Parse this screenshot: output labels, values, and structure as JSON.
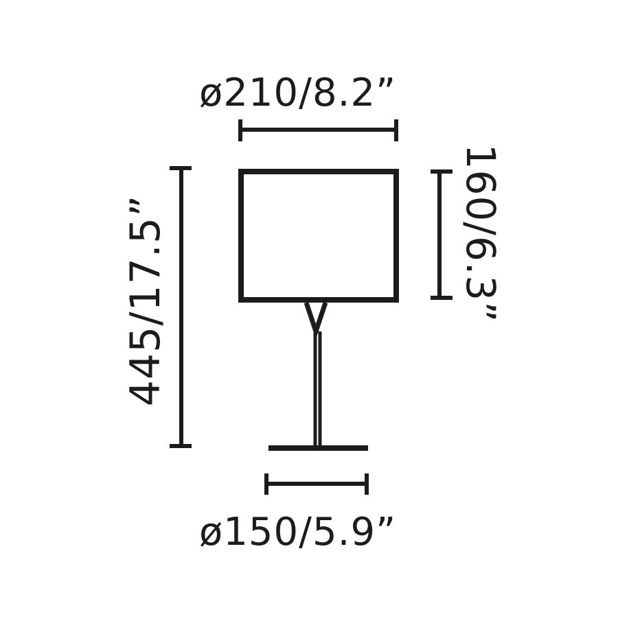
{
  "diagram": {
    "type": "technical-dimension-drawing",
    "subject": "table lamp",
    "colors": {
      "ink": "#1c1c1c",
      "background": "#ffffff"
    },
    "dimensions": {
      "shade_diameter": {
        "label": "ø210/8.2”",
        "mm": 210,
        "in": 8.2,
        "orientation": "horizontal",
        "position": "top"
      },
      "total_height": {
        "label": "445/17.5”",
        "mm": 445,
        "in": 17.5,
        "orientation": "vertical",
        "position": "left"
      },
      "shade_height": {
        "label": "160/6.3”",
        "mm": 160,
        "in": 6.3,
        "orientation": "vertical",
        "position": "right"
      },
      "base_diameter": {
        "label": "ø150/5.9”",
        "mm": 150,
        "in": 5.9,
        "orientation": "horizontal",
        "position": "bottom"
      }
    }
  }
}
